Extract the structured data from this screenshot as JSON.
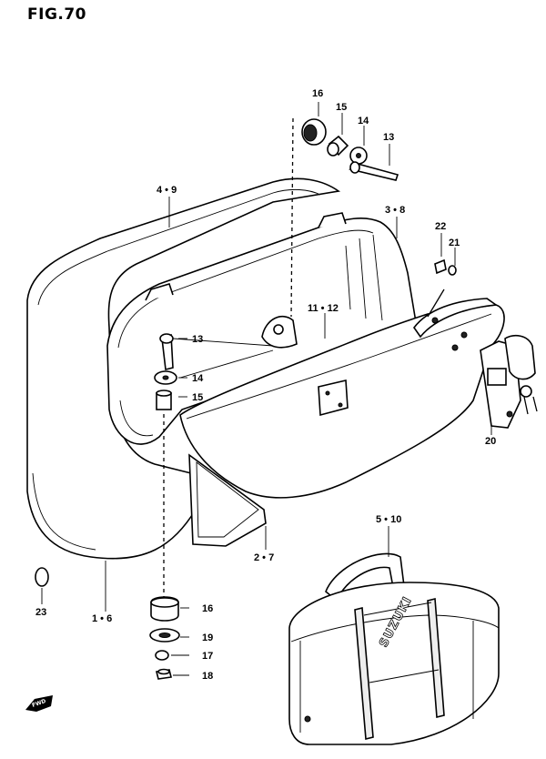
{
  "figure": {
    "title": "FIG.70"
  },
  "callouts": {
    "c16_top": "16",
    "c15_top": "15",
    "c14_top": "14",
    "c13_top": "13",
    "c4_9": "4 • 9",
    "c3_8": "3 • 8",
    "c22": "22",
    "c21": "21",
    "c11_12": "11 • 12",
    "c13_mid": "13",
    "c14_mid": "14",
    "c15_mid": "15",
    "c20": "20",
    "c5_10": "5 • 10",
    "c2_7": "2 • 7",
    "c1_6": "1 • 6",
    "c23": "23",
    "c16_bot": "16",
    "c19": "19",
    "c17": "17",
    "c18": "18"
  },
  "bag": {
    "brand": "SUZUKI"
  },
  "fwd": {
    "label": "FWD"
  }
}
